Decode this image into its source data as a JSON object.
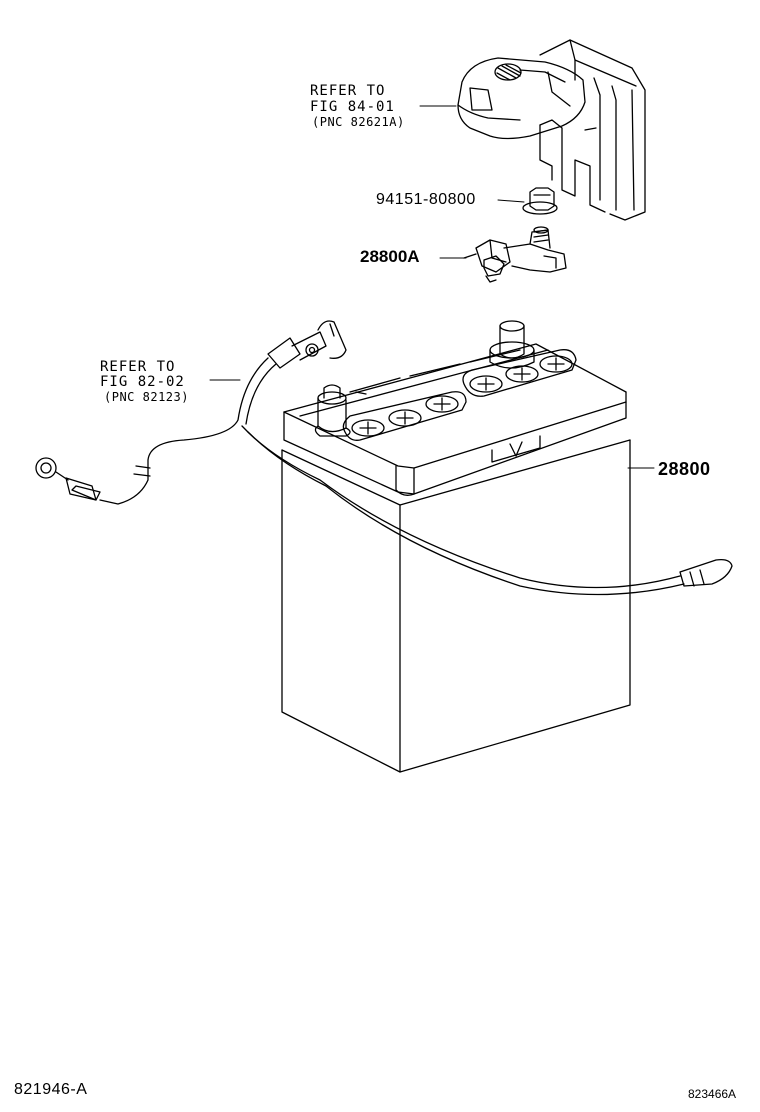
{
  "callouts": {
    "cover_ref": {
      "line1": "REFER TO",
      "line2": "FIG 84-01",
      "line3": "(PNC 82621A)"
    },
    "cable_ref": {
      "line1": "REFER TO",
      "line2": "FIG 82-02",
      "line3": "(PNC 82123)"
    },
    "bolt_part": "94151-80800",
    "clamp_part": "28800A",
    "battery_part": "28800"
  },
  "footer": {
    "left_code": "821946-A",
    "right_code": "823466A"
  }
}
